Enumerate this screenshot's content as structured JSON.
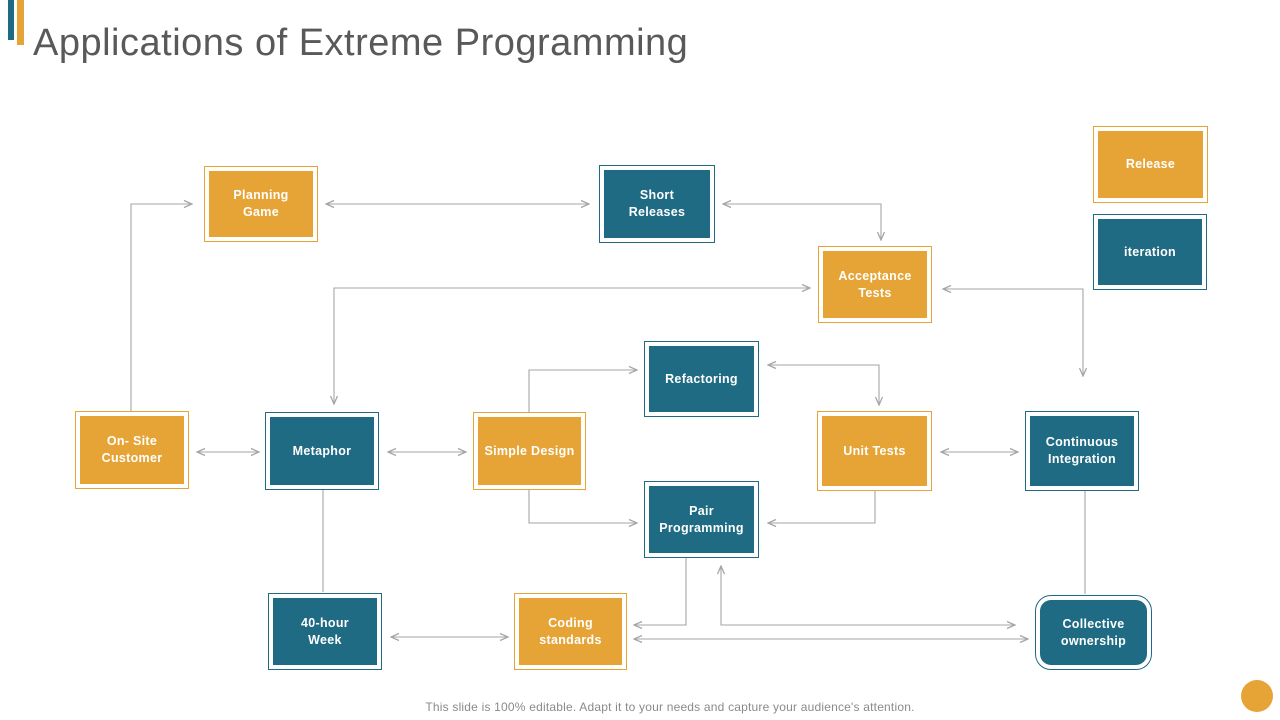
{
  "slide": {
    "title": "Applications of Extreme Programming",
    "footer": "This slide is 100% editable. Adapt it to your needs and capture your audience's attention."
  },
  "colors": {
    "orange": "#E6A437",
    "teal": "#1F6B84",
    "arrow_gray": "#A6A6A6",
    "title_gray": "#595959",
    "footer_gray": "#8A8A8A"
  },
  "nodes": [
    {
      "id": "planning-game",
      "label": "Planning\nGame",
      "type": "orange"
    },
    {
      "id": "short-releases",
      "label": "Short\nReleases",
      "type": "teal"
    },
    {
      "id": "release",
      "label": "Release",
      "type": "orange"
    },
    {
      "id": "iteration",
      "label": "iteration",
      "type": "teal"
    },
    {
      "id": "acceptance-tests",
      "label": "Acceptance\nTests",
      "type": "orange"
    },
    {
      "id": "refactoring",
      "label": "Refactoring",
      "type": "teal"
    },
    {
      "id": "on-site-customer",
      "label": "On- Site\nCustomer",
      "type": "orange"
    },
    {
      "id": "metaphor",
      "label": "Metaphor",
      "type": "teal"
    },
    {
      "id": "simple-design",
      "label": "Simple Design",
      "type": "orange"
    },
    {
      "id": "unit-tests",
      "label": "Unit Tests",
      "type": "orange"
    },
    {
      "id": "continuous-integration",
      "label": "Continuous\nIntegration",
      "type": "teal"
    },
    {
      "id": "pair-programming",
      "label": "Pair\nProgramming",
      "type": "teal"
    },
    {
      "id": "forty-hour-week",
      "label": "40-hour\nWeek",
      "type": "teal"
    },
    {
      "id": "coding-standards",
      "label": "Coding\nstandards",
      "type": "orange"
    },
    {
      "id": "collective-ownership",
      "label": "Collective\nownership",
      "type": "teal",
      "shape": "rounded"
    }
  ]
}
